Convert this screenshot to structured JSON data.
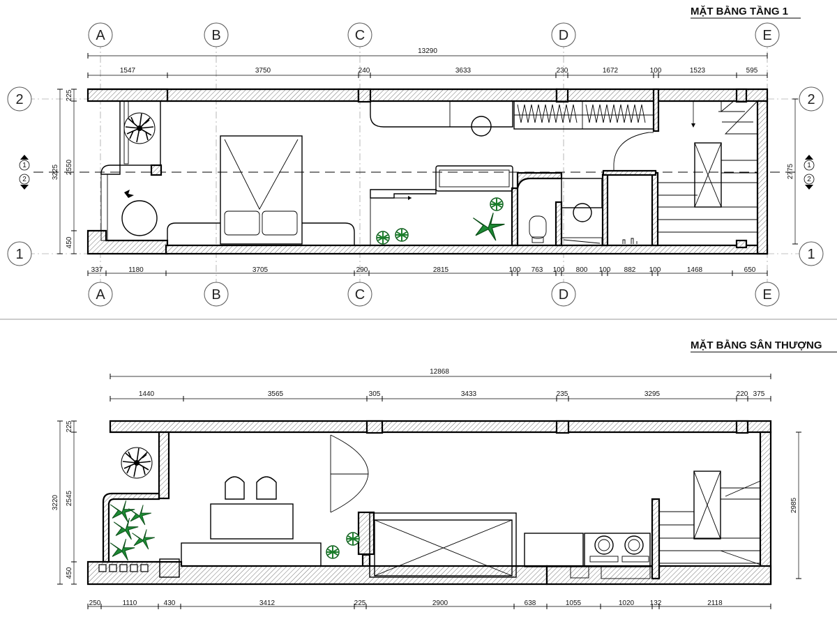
{
  "floor1": {
    "title": "MẶT BẰNG TẦNG 1",
    "overall": "13290",
    "top_dims": [
      "1547",
      "3750",
      "240",
      "3633",
      "230",
      "1672",
      "100",
      "1523",
      "595"
    ],
    "bottom_dims": [
      "337",
      "1180",
      "3705",
      "290",
      "2815",
      "100",
      "763",
      "100",
      "800",
      "100",
      "882",
      "100",
      "1468",
      "650"
    ],
    "left_dims": [
      "3225",
      "225",
      "2550",
      "450"
    ],
    "right_dim": "2775",
    "axes_letters": [
      "A",
      "B",
      "C",
      "D",
      "E"
    ],
    "axes_numbers": [
      "2",
      "1"
    ],
    "section_marks": [
      "1",
      "2"
    ]
  },
  "rooftop": {
    "title": "MẶT BẰNG SÂN THƯỢNG",
    "overall": "12868",
    "top_dims": [
      "1440",
      "3565",
      "305",
      "3433",
      "235",
      "3295",
      "220",
      "375"
    ],
    "bottom_dims": [
      "250",
      "1110",
      "430",
      "3412",
      "225",
      "2900",
      "638",
      "1055",
      "1020",
      "132",
      "2118"
    ],
    "left_dims": [
      "3220",
      "225",
      "2545",
      "450"
    ],
    "right_dim": "2985"
  }
}
